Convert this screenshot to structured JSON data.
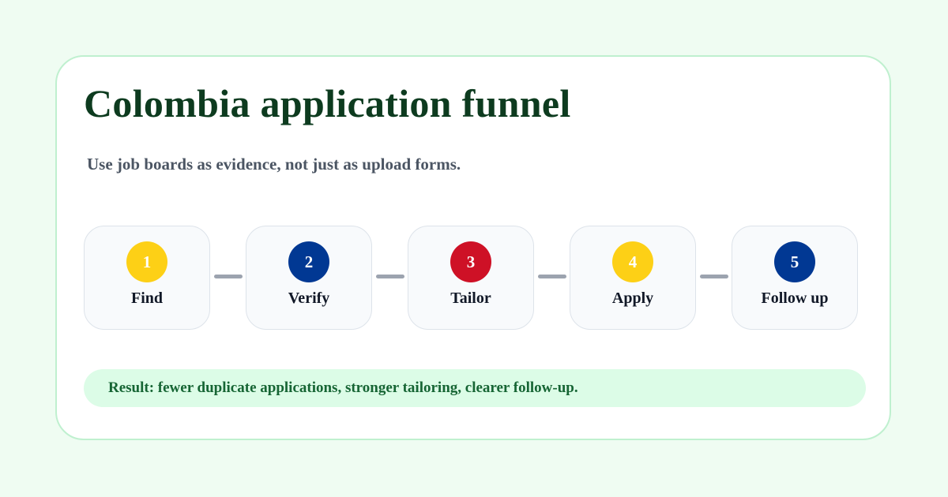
{
  "title": "Colombia application funnel",
  "subtitle": "Use job boards as evidence, not just as upload forms.",
  "steps": [
    {
      "number": "1",
      "label": "Find",
      "color": "#fdd016"
    },
    {
      "number": "2",
      "label": "Verify",
      "color": "#013893"
    },
    {
      "number": "3",
      "label": "Tailor",
      "color": "#ce1126"
    },
    {
      "number": "4",
      "label": "Apply",
      "color": "#fdd016"
    },
    {
      "number": "5",
      "label": "Follow up",
      "color": "#013893"
    }
  ],
  "result": "Result: fewer duplicate applications, stronger tailoring, clearer follow-up.",
  "colors": {
    "background": "#effcf2",
    "card_border": "#bff0cf",
    "title": "#0d3b1f",
    "subtitle": "#4b5563",
    "connector": "#9ca3af",
    "result_bg": "#dcfce7",
    "result_text": "#166534"
  }
}
